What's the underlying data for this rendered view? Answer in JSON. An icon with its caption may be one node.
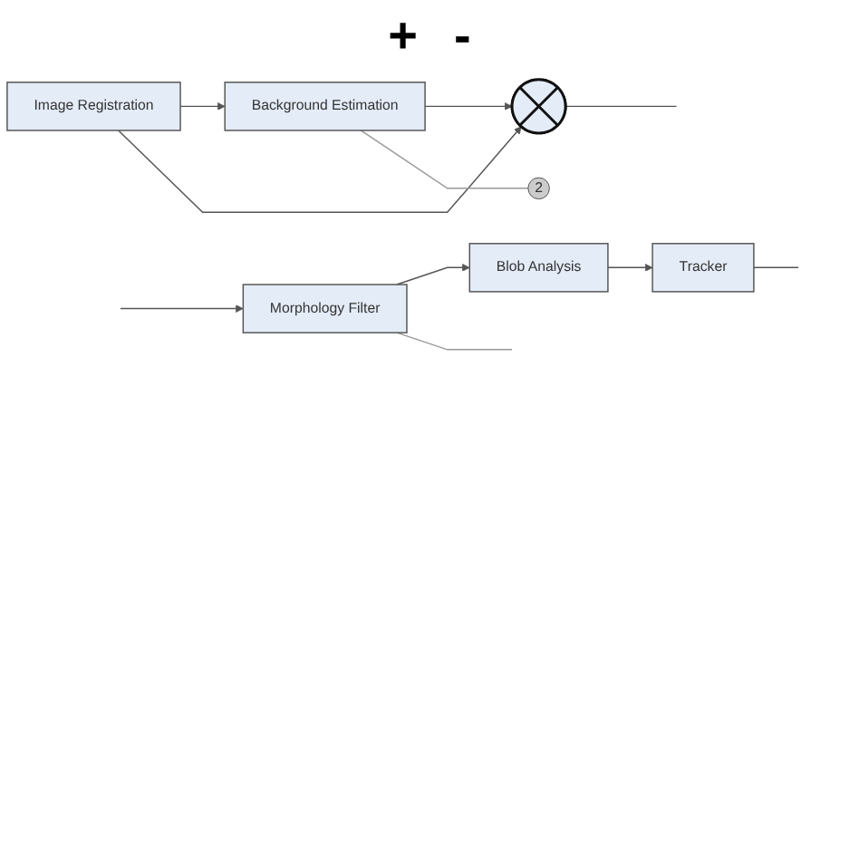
{
  "diagram": {
    "nodes": [
      {
        "text": [
          "Image Registration"
        ]
      },
      {
        "text": [
          "Background Estimation"
        ]
      },
      {
        "text": [],
        "shape": "circle"
      },
      {
        "text": [
          "2"
        ]
      },
      {
        "text": [
          "Morphology Filter"
        ]
      },
      {
        "text": [
          "Blob Analysis"
        ]
      },
      {
        "text": [
          "Tracker"
        ]
      }
    ],
    "edges": [
      {
        "from": 0,
        "to": 1,
        "arrow": "to"
      },
      {
        "from": 0,
        "to": 2,
        "arrow": "to"
      },
      {
        "from": 1,
        "to": 2,
        "arrow": "to"
      },
      {
        "from": 1,
        "to": 3,
        "arrow": "none",
        "color": "#999999"
      },
      {
        "from": 2,
        "to": null,
        "arrow": "none"
      },
      {
        "from": null,
        "to": 4,
        "arrow": "to"
      },
      {
        "from": 4,
        "to": 5,
        "arrow": "to"
      },
      {
        "from": 4,
        "to": null,
        "arrow": "none",
        "color": "#999999"
      },
      {
        "from": 5,
        "to": 6,
        "arrow": "to"
      },
      {
        "from": 6,
        "to": null,
        "arrow": "none"
      }
    ],
    "labels": [
      "+",
      "-"
    ]
  }
}
